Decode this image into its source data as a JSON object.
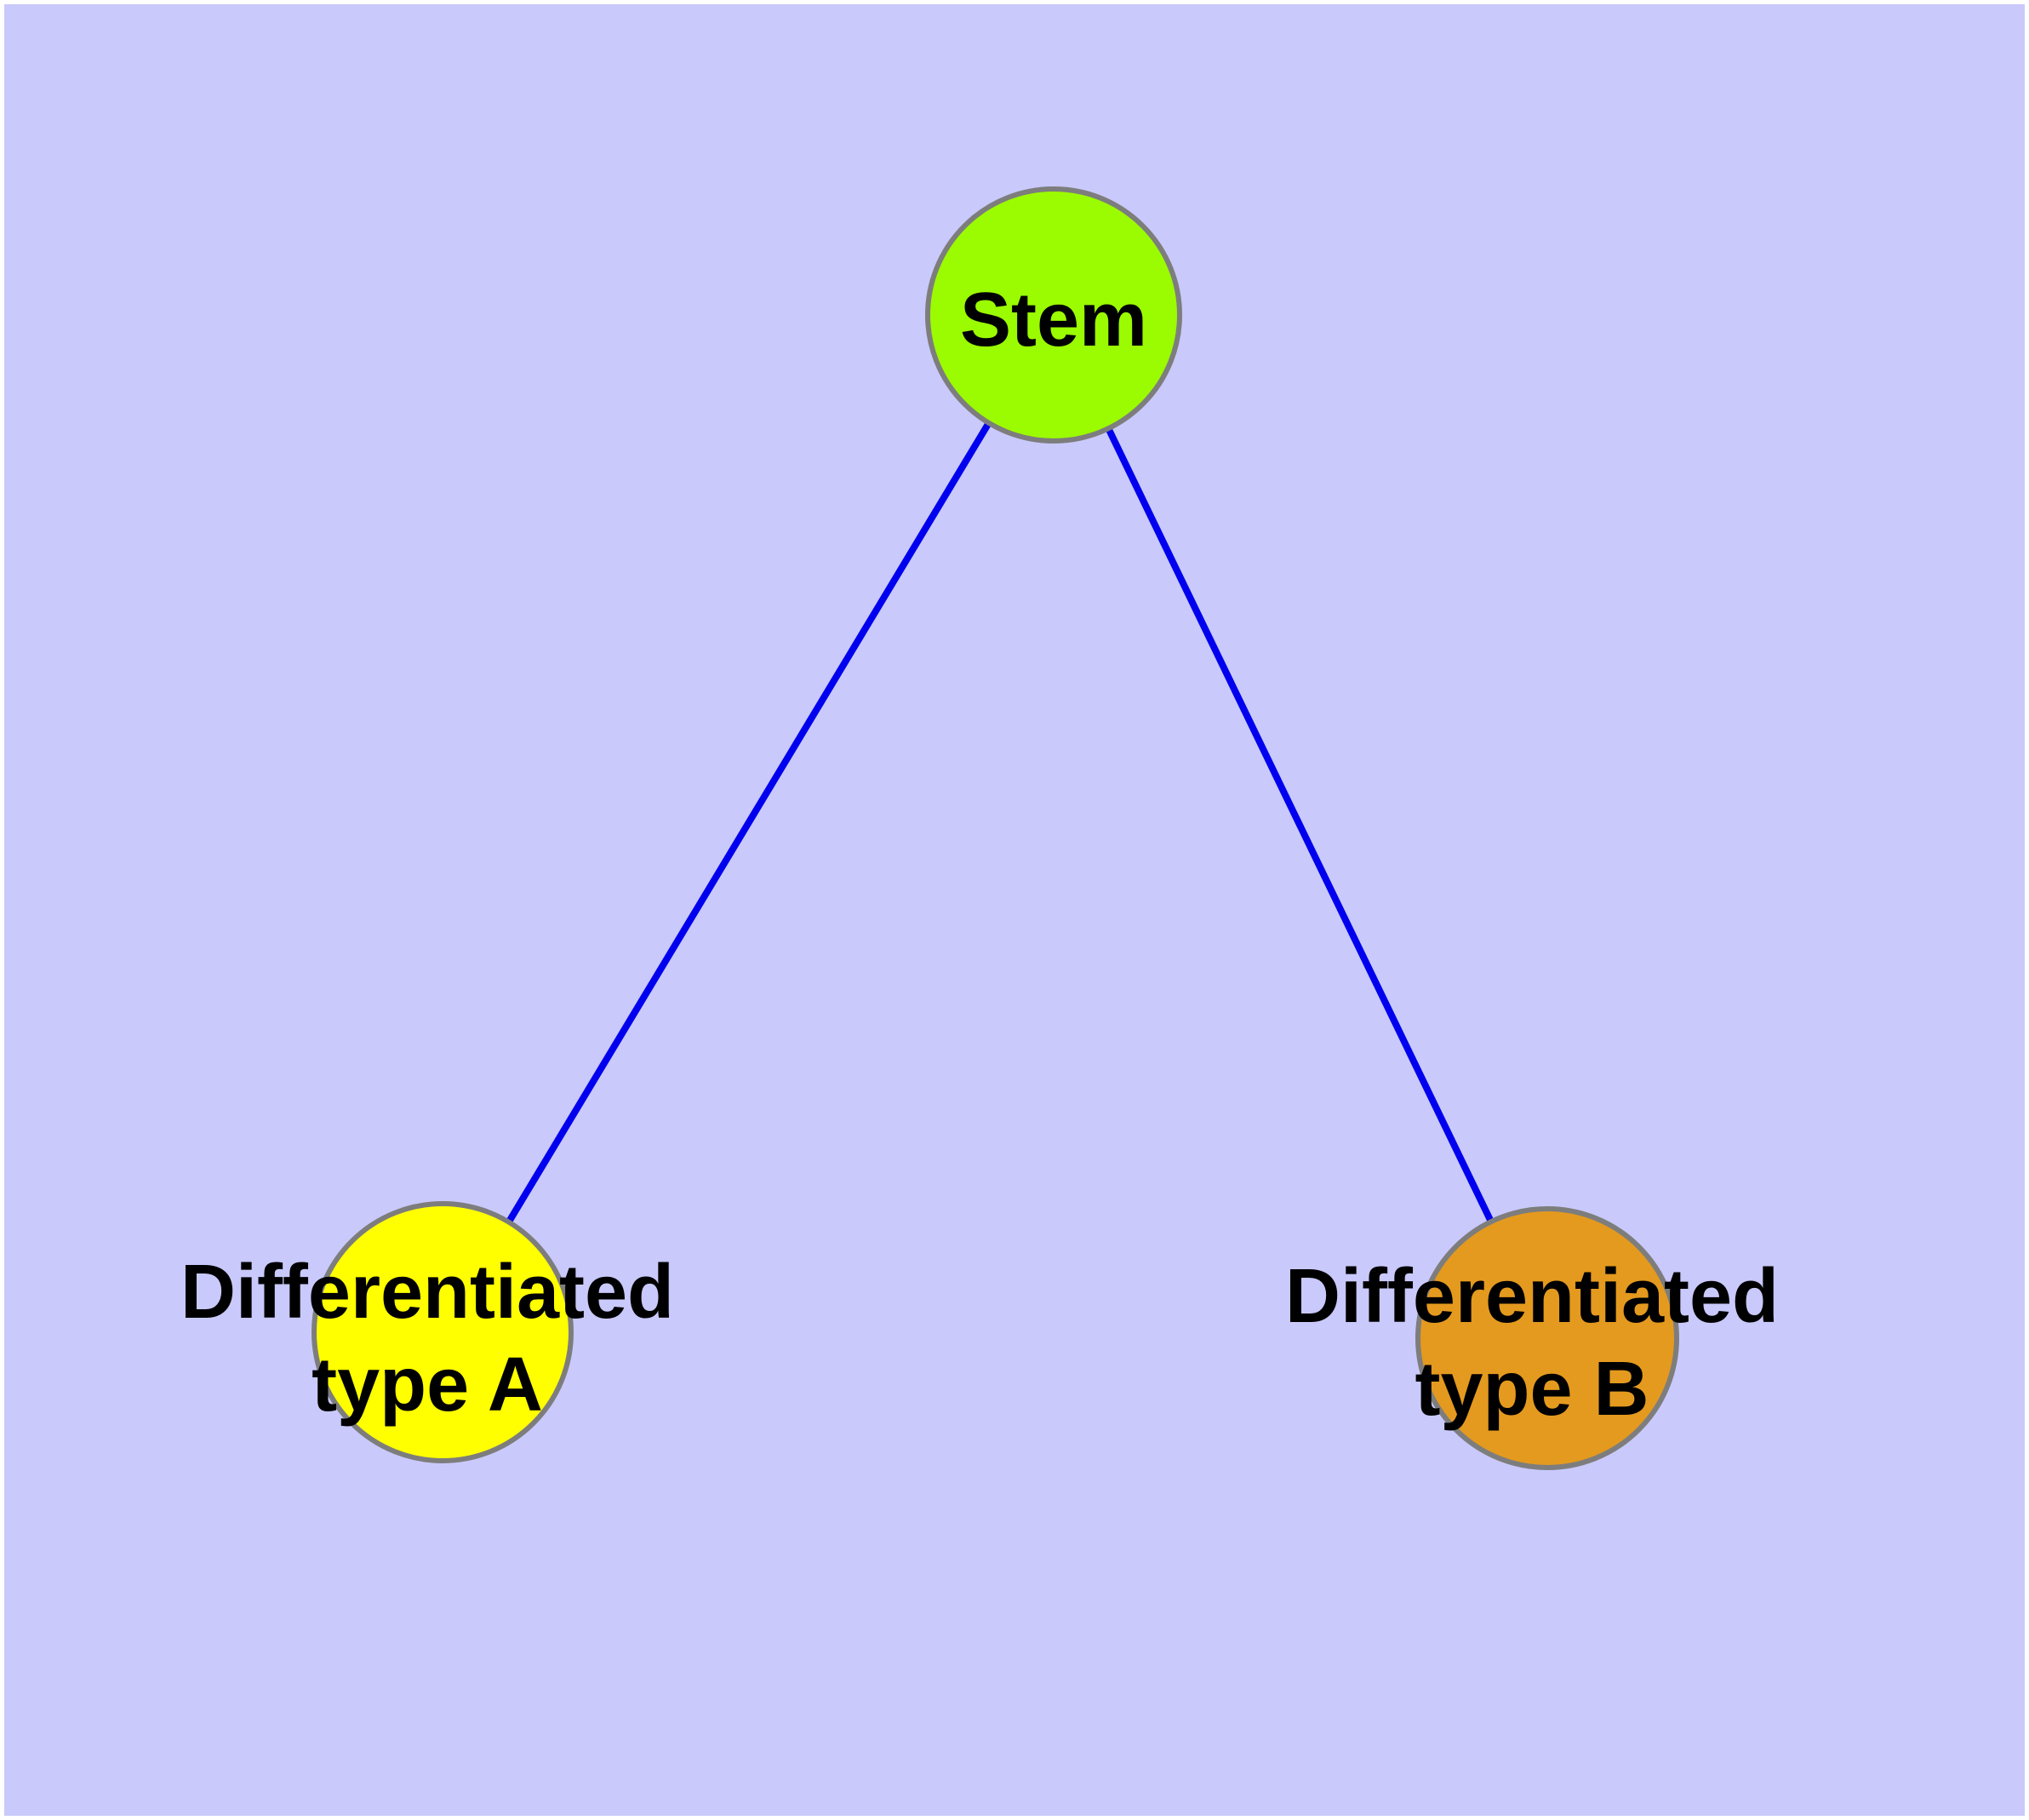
{
  "diagram": {
    "type": "graph",
    "description": "Cell differentiation tree: a stem node connected to two differentiated cell type nodes",
    "frame_color": "#FFFFFF",
    "background_color": "#C9C9FB",
    "edge_color": "#0000EE",
    "node_border_color": "#7D7D7D",
    "label_color": "#000000",
    "nodes": {
      "stem": {
        "id": "stem",
        "label": "Stem",
        "color": "#9BFB00"
      },
      "type_a": {
        "id": "type_a",
        "label": "Differentiated type A",
        "label_lines": [
          "Differentiated",
          "type A"
        ],
        "color": "#FFFF00"
      },
      "type_b": {
        "id": "type_b",
        "label": "Differentiated type B",
        "label_lines": [
          "Differentiated",
          "type B"
        ],
        "color": "#E49A1E"
      }
    },
    "edges": [
      {
        "from": "Stem",
        "to": "Differentiated type A"
      },
      {
        "from": "Stem",
        "to": "Differentiated type B"
      }
    ]
  }
}
